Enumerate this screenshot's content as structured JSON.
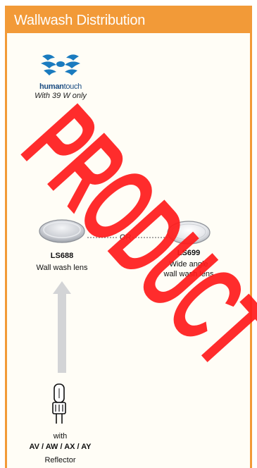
{
  "header": {
    "title": "Wallwash Distribution"
  },
  "brand": {
    "icon": "humantouch-logo-icon",
    "name_bold": "human",
    "name_thin": "touch",
    "note": "With 39 W only"
  },
  "lenses": [
    {
      "code": "LS688",
      "description": "Wall wash lens"
    },
    {
      "code": "LS699",
      "description_line1": "Wide angle",
      "description_line2": "wall wash lens"
    }
  ],
  "separator": "OR",
  "lamp": {
    "line1": "with",
    "codes": "AV / AW / AX / AY",
    "line3": "Reflector"
  },
  "watermark": {
    "text": "PRODUCT"
  },
  "colors": {
    "accent": "#f29a38",
    "brand_blue": "#1a7bbf",
    "watermark": "#ff0000"
  }
}
